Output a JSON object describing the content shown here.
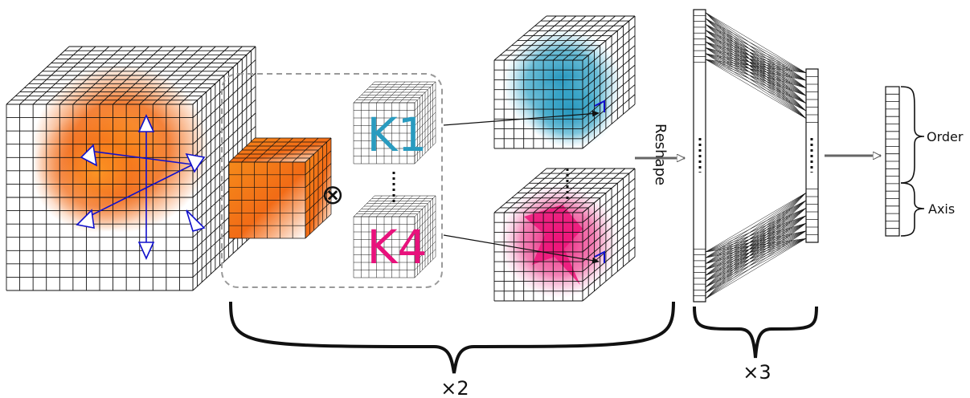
{
  "diagram": {
    "kernels": [
      {
        "label": "K1",
        "color": "#2a9bbf"
      },
      {
        "label": "K4",
        "color": "#e8127c"
      }
    ],
    "operator_symbol": "⊗",
    "reshape_label": "Reshape",
    "repeat_conv": "×2",
    "repeat_fc": "×3",
    "output_labels": {
      "top": "Order",
      "bottom": "Axis"
    },
    "colors": {
      "volume": "#f26b16",
      "feature_1": "#3aa7c9",
      "feature_4": "#ec2a86",
      "arrows": "#1010cc",
      "grid": "#111111",
      "dashed_box": "#9a9a9a"
    }
  }
}
